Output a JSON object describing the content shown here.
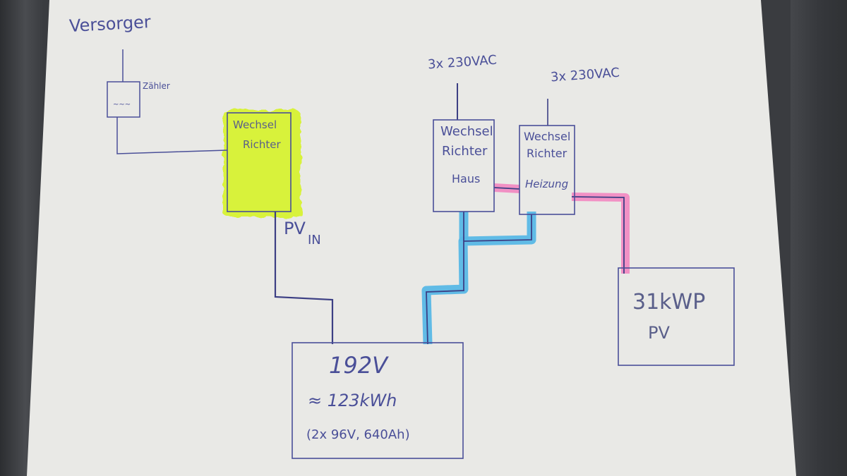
{
  "diagram": {
    "supplier_label": "Versorger",
    "meter_label": "Zähler",
    "meter_display": "~~~",
    "grid_inverter": {
      "line1": "Wechsel",
      "line2": "Richter",
      "highlight_color": "#d8f23a"
    },
    "pv_input_label": "PV",
    "pv_input_subscript": "IN",
    "house_inverter": {
      "line1": "Wechsel",
      "line2": "Richter",
      "line3": "Haus",
      "ac_label": "3x 230VAC"
    },
    "heating_inverter": {
      "line1": "Wechsel",
      "line2": "Richter",
      "line3": "Heizung",
      "ac_label": "3x 230VAC"
    },
    "battery": {
      "voltage": "192V",
      "capacity": "≈ 123kWh",
      "config": "(2x 96V, 640Ah)"
    },
    "pv_array": {
      "power": "31kWP",
      "label": "PV"
    },
    "colors": {
      "ink": "#4a4f98",
      "paper": "#f1f1ee",
      "blue_highlight": "#59b8e6",
      "pink_highlight": "#f28cc3",
      "yellow_highlight": "#d8f23a"
    }
  }
}
